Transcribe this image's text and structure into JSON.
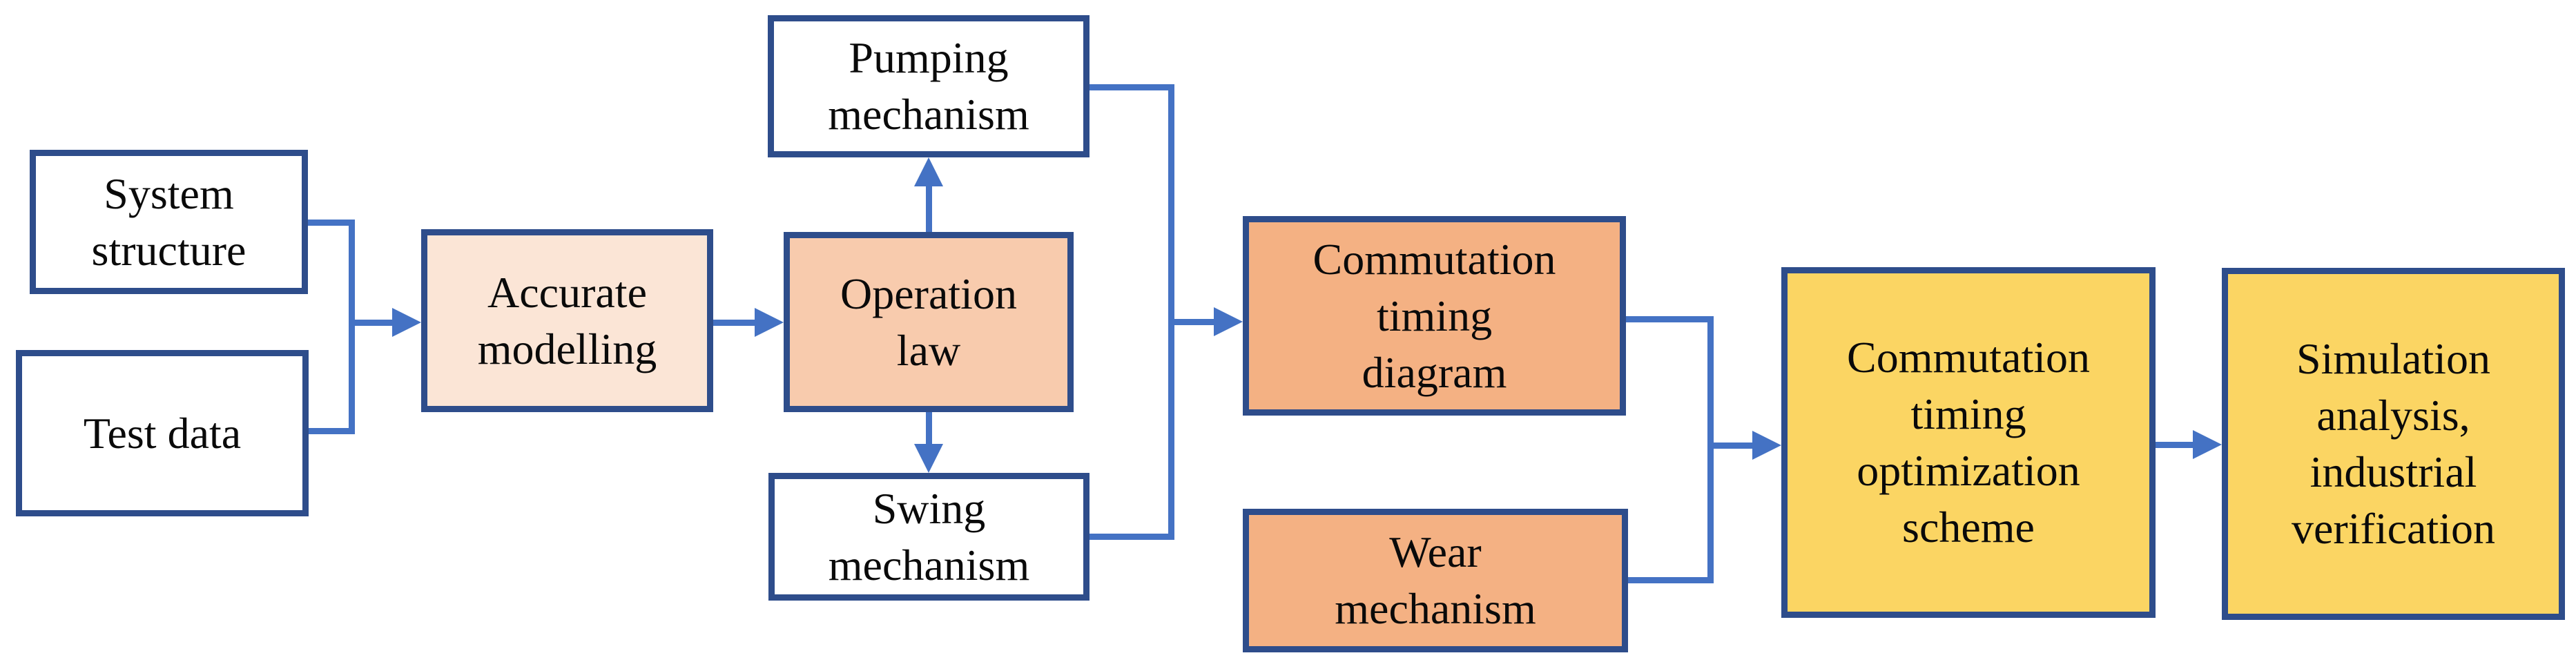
{
  "figure": {
    "type": "flowchart",
    "description": "Commutation timing optimization process flow diagram",
    "background": "#FFFFFF"
  },
  "colors": {
    "box_border": "#2E4D8B",
    "connector_blue": "#4472C4",
    "fill_white": "#FFFFFF",
    "fill_pale_peach": "#FBE5D6",
    "fill_peach": "#F8CBAD",
    "fill_orange": "#F4B183",
    "fill_yellow": "#FBD563",
    "text": "#0A0A0A"
  },
  "nodes": [
    {
      "id": "system-structure",
      "label": "System\nstructure",
      "fill": "#FFFFFF"
    },
    {
      "id": "test-data",
      "label": "Test data",
      "fill": "#FFFFFF"
    },
    {
      "id": "accurate-modelling",
      "label": "Accurate\nmodelling",
      "fill": "#FBE5D6"
    },
    {
      "id": "operation-law",
      "label": "Operation\nlaw",
      "fill": "#F8CBAD"
    },
    {
      "id": "pumping-mechanism",
      "label": "Pumping\nmechanism",
      "fill": "#FFFFFF"
    },
    {
      "id": "swing-mechanism",
      "label": "Swing\nmechanism",
      "fill": "#FFFFFF"
    },
    {
      "id": "commutation-timing-diagram",
      "label": "Commutation\ntiming\ndiagram",
      "fill": "#F4B183"
    },
    {
      "id": "wear-mechanism",
      "label": "Wear\nmechanism",
      "fill": "#F4B183"
    },
    {
      "id": "commutation-timing-optimization-scheme",
      "label": "Commutation\ntiming\noptimization\nscheme",
      "fill": "#FBD563"
    },
    {
      "id": "simulation-analysis-industrial-verification",
      "label": "Simulation\nanalysis,\nindustrial\nverification",
      "fill": "#FBD563"
    }
  ],
  "edges": [
    {
      "from": "system-structure",
      "to": "accurate-modelling"
    },
    {
      "from": "test-data",
      "to": "accurate-modelling"
    },
    {
      "from": "accurate-modelling",
      "to": "operation-law"
    },
    {
      "from": "operation-law",
      "to": "pumping-mechanism"
    },
    {
      "from": "operation-law",
      "to": "swing-mechanism"
    },
    {
      "from": "pumping-mechanism",
      "to": "commutation-timing-diagram"
    },
    {
      "from": "swing-mechanism",
      "to": "commutation-timing-diagram"
    },
    {
      "from": "commutation-timing-diagram",
      "to": "commutation-timing-optimization-scheme"
    },
    {
      "from": "wear-mechanism",
      "to": "commutation-timing-optimization-scheme"
    },
    {
      "from": "commutation-timing-optimization-scheme",
      "to": "simulation-analysis-industrial-verification"
    }
  ]
}
